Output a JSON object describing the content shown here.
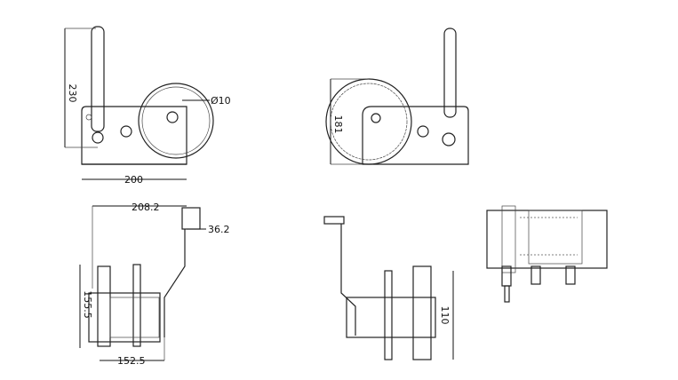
{
  "dimensions": {
    "side_height": "230",
    "hole_diameter": "Ø10",
    "side_width": "200",
    "rear_height": "181",
    "top_width": "208.2",
    "handle_offset": "36.2",
    "top_depth": "155.5",
    "bottom_width": "152.5",
    "drum_height": "110"
  },
  "colors": {
    "line": "#222222",
    "background": "#ffffff"
  }
}
